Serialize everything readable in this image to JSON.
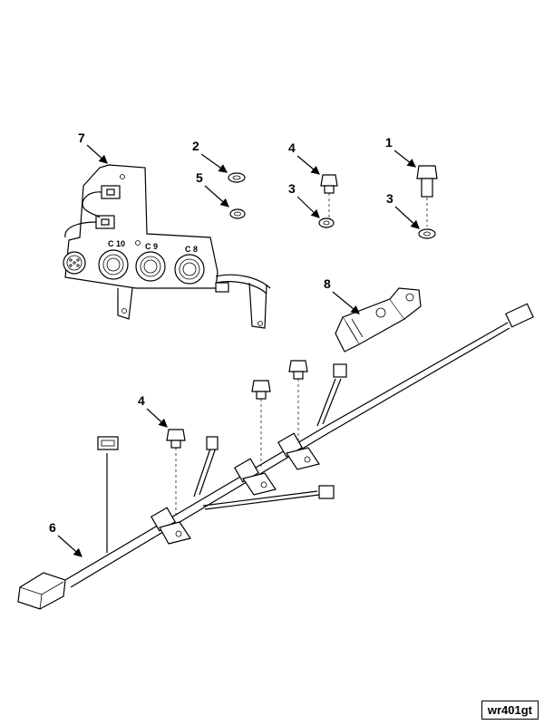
{
  "callouts": {
    "c1": "1",
    "c2": "2",
    "c3a": "3",
    "c3b": "3",
    "c4a": "4",
    "c4b": "4",
    "c5": "5",
    "c6": "6",
    "c7": "7",
    "c8": "8"
  },
  "connector_labels": {
    "c10": "C 10",
    "c9": "C 9",
    "c8": "C 8"
  },
  "figure_id": "wr401gt"
}
